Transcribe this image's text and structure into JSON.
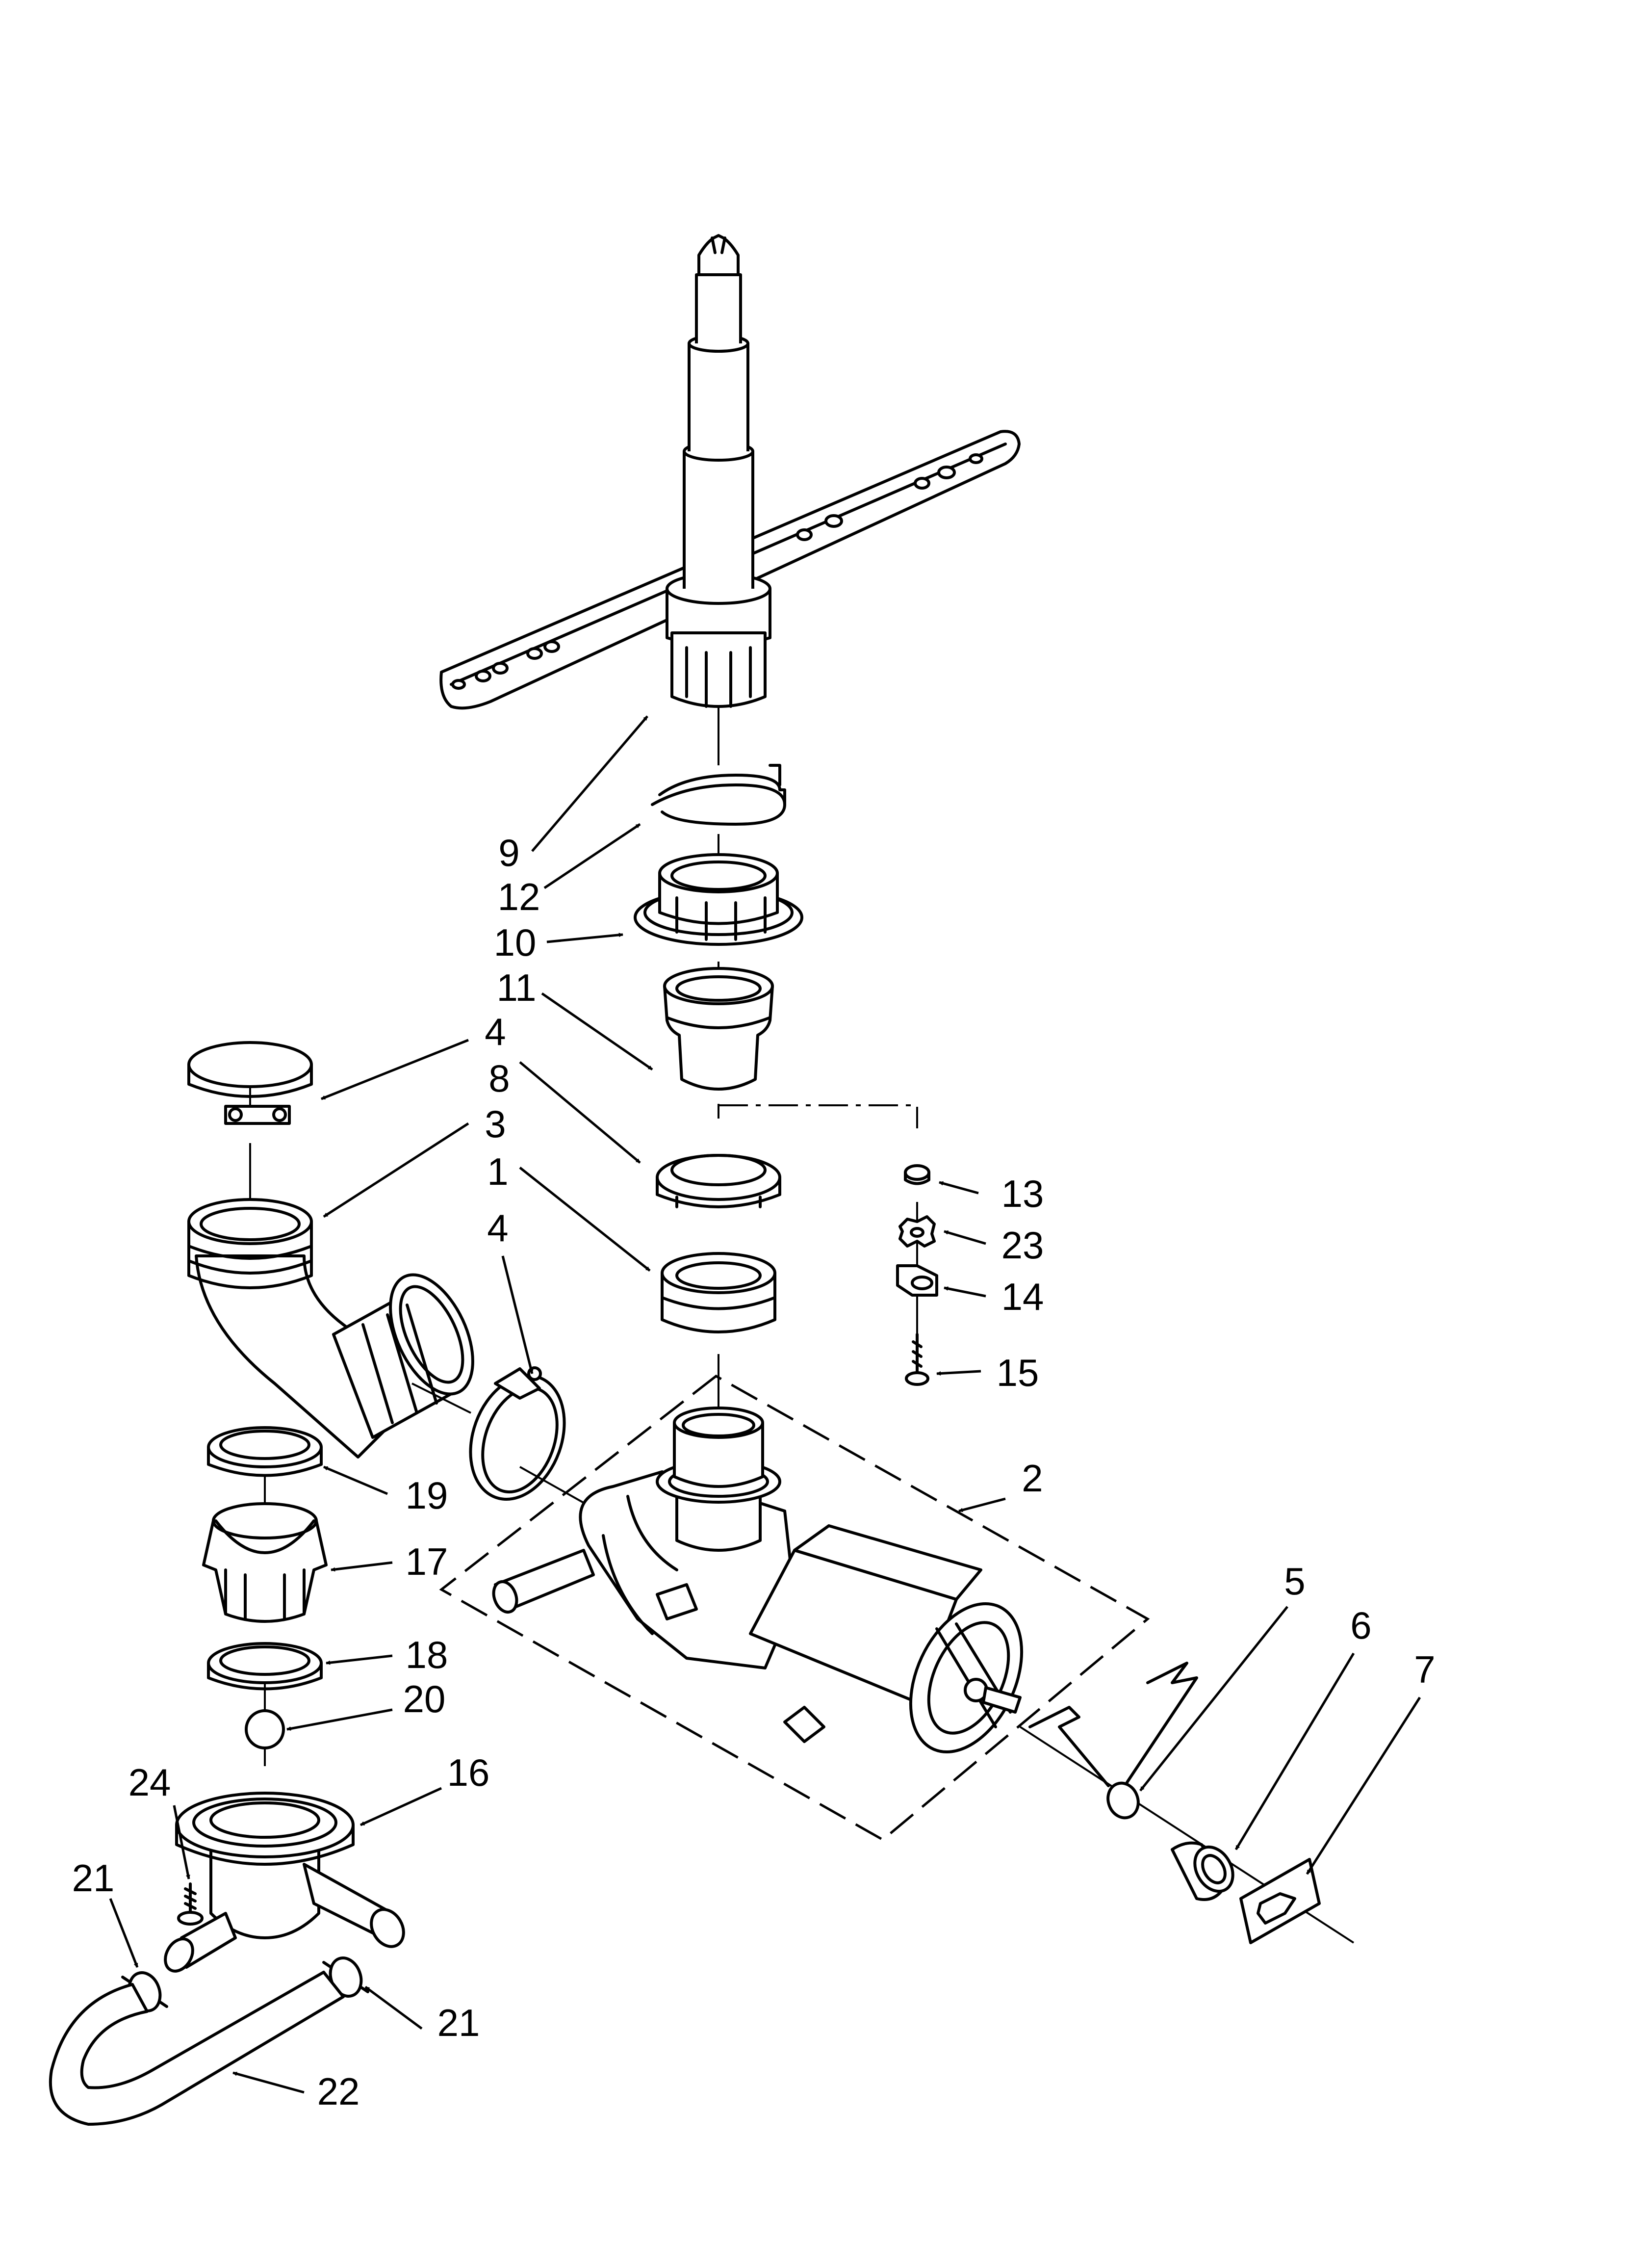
{
  "diagram": {
    "callouts": {
      "c1": "1",
      "c2": "2",
      "c3": "3",
      "c4a": "4",
      "c4b": "4",
      "c5": "5",
      "c6": "6",
      "c7": "7",
      "c8": "8",
      "c9": "9",
      "c10": "10",
      "c11": "11",
      "c12": "12",
      "c13": "13",
      "c14": "14",
      "c15": "15",
      "c16": "16",
      "c17": "17",
      "c18": "18",
      "c19": "19",
      "c20": "20",
      "c21a": "21",
      "c21b": "21",
      "c22": "22",
      "c23": "23",
      "c24": "24"
    }
  }
}
